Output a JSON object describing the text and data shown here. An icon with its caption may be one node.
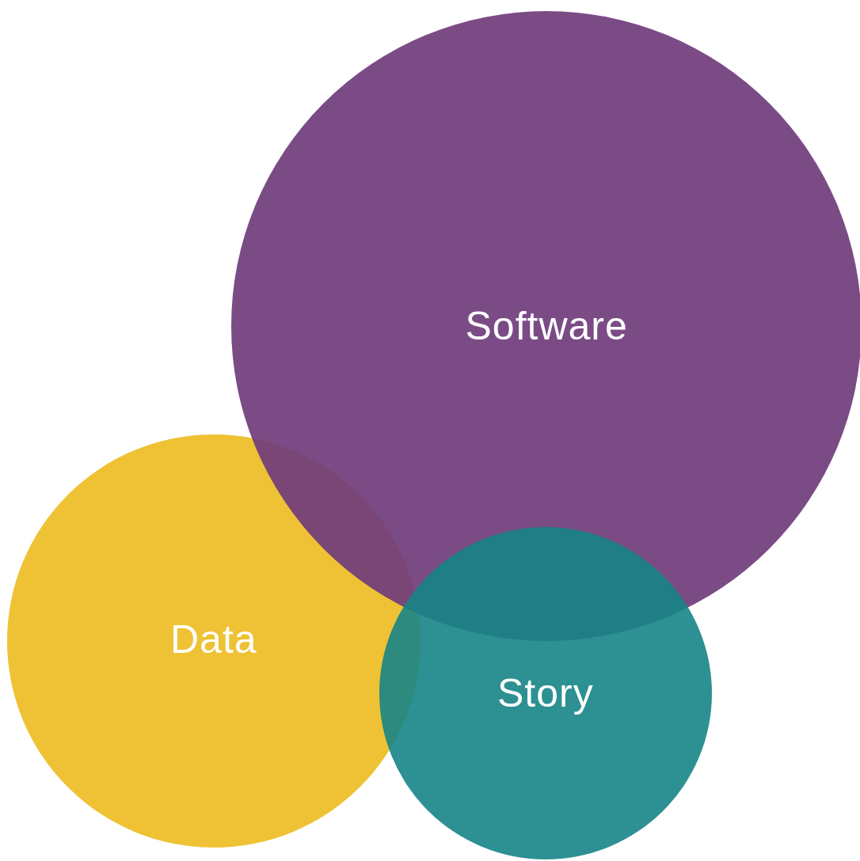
{
  "diagram": {
    "nodes": [
      {
        "text": [
          "Software"
        ]
      },
      {
        "text": [
          "Data"
        ]
      },
      {
        "text": [
          "Story"
        ]
      }
    ]
  }
}
